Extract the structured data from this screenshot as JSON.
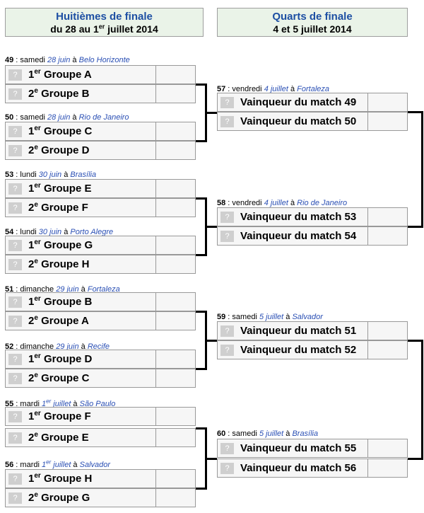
{
  "headers": {
    "r16": {
      "title": "Huitièmes de finale",
      "dates_pre": "du 28 au 1",
      "dates_sup": "er",
      "dates_post": " juillet 2014"
    },
    "qf": {
      "title": "Quarts de finale",
      "dates": "4 et 5 juillet 2014"
    }
  },
  "placeholder": "?",
  "r16_matches": [
    {
      "num": "49",
      "day": "samedi",
      "date_pre": "28 juin",
      "date_sup": "",
      "date_post": "",
      "venue": "Belo Horizonte",
      "t1": {
        "pre": "1",
        "sup": "er",
        "post": " Groupe A"
      },
      "t2": {
        "pre": "2",
        "sup": "e",
        "post": " Groupe B"
      }
    },
    {
      "num": "50",
      "day": "samedi",
      "date_pre": "28 juin",
      "date_sup": "",
      "date_post": "",
      "venue": "Rio de Janeiro",
      "t1": {
        "pre": "1",
        "sup": "er",
        "post": " Groupe C"
      },
      "t2": {
        "pre": "2",
        "sup": "e",
        "post": " Groupe D"
      }
    },
    {
      "num": "53",
      "day": "lundi",
      "date_pre": "30 juin",
      "date_sup": "",
      "date_post": "",
      "venue": "Brasília",
      "t1": {
        "pre": "1",
        "sup": "er",
        "post": " Groupe E"
      },
      "t2": {
        "pre": "2",
        "sup": "e",
        "post": " Groupe F"
      }
    },
    {
      "num": "54",
      "day": "lundi",
      "date_pre": "30 juin",
      "date_sup": "",
      "date_post": "",
      "venue": "Porto Alegre",
      "t1": {
        "pre": "1",
        "sup": "er",
        "post": " Groupe G"
      },
      "t2": {
        "pre": "2",
        "sup": "e",
        "post": " Groupe H"
      }
    },
    {
      "num": "51",
      "day": "dimanche",
      "date_pre": "29 juin",
      "date_sup": "",
      "date_post": "",
      "venue": "Fortaleza",
      "t1": {
        "pre": "1",
        "sup": "er",
        "post": " Groupe B"
      },
      "t2": {
        "pre": "2",
        "sup": "e",
        "post": " Groupe A"
      }
    },
    {
      "num": "52",
      "day": "dimanche",
      "date_pre": "29 juin",
      "date_sup": "",
      "date_post": "",
      "venue": "Recife",
      "t1": {
        "pre": "1",
        "sup": "er",
        "post": " Groupe D"
      },
      "t2": {
        "pre": "2",
        "sup": "e",
        "post": " Groupe C"
      }
    },
    {
      "num": "55",
      "day": "mardi",
      "date_pre": "1",
      "date_sup": "er",
      "date_post": " juillet",
      "venue": "São Paulo",
      "t1": {
        "pre": "1",
        "sup": "er",
        "post": " Groupe F"
      },
      "t2": {
        "pre": "2",
        "sup": "e",
        "post": " Groupe E"
      }
    },
    {
      "num": "56",
      "day": "mardi",
      "date_pre": "1",
      "date_sup": "er",
      "date_post": " juillet",
      "venue": "Salvador",
      "t1": {
        "pre": "1",
        "sup": "er",
        "post": " Groupe H"
      },
      "t2": {
        "pre": "2",
        "sup": "e",
        "post": " Groupe G"
      }
    }
  ],
  "qf_matches": [
    {
      "num": "57",
      "day": "vendredi",
      "date": "4 juillet",
      "venue": "Fortaleza",
      "t1": "Vainqueur du match 49",
      "t2": "Vainqueur du match 50"
    },
    {
      "num": "58",
      "day": "vendredi",
      "date": "4 juillet",
      "venue": "Rio de Janeiro",
      "t1": "Vainqueur du match 53",
      "t2": "Vainqueur du match 54"
    },
    {
      "num": "59",
      "day": "samedi",
      "date": "5 juillet",
      "venue": "Salvador",
      "t1": "Vainqueur du match 51",
      "t2": "Vainqueur du match 52"
    },
    {
      "num": "60",
      "day": "samedi",
      "date": "5 juillet",
      "venue": "Brasília",
      "t1": "Vainqueur du match 55",
      "t2": "Vainqueur du match 56"
    }
  ]
}
